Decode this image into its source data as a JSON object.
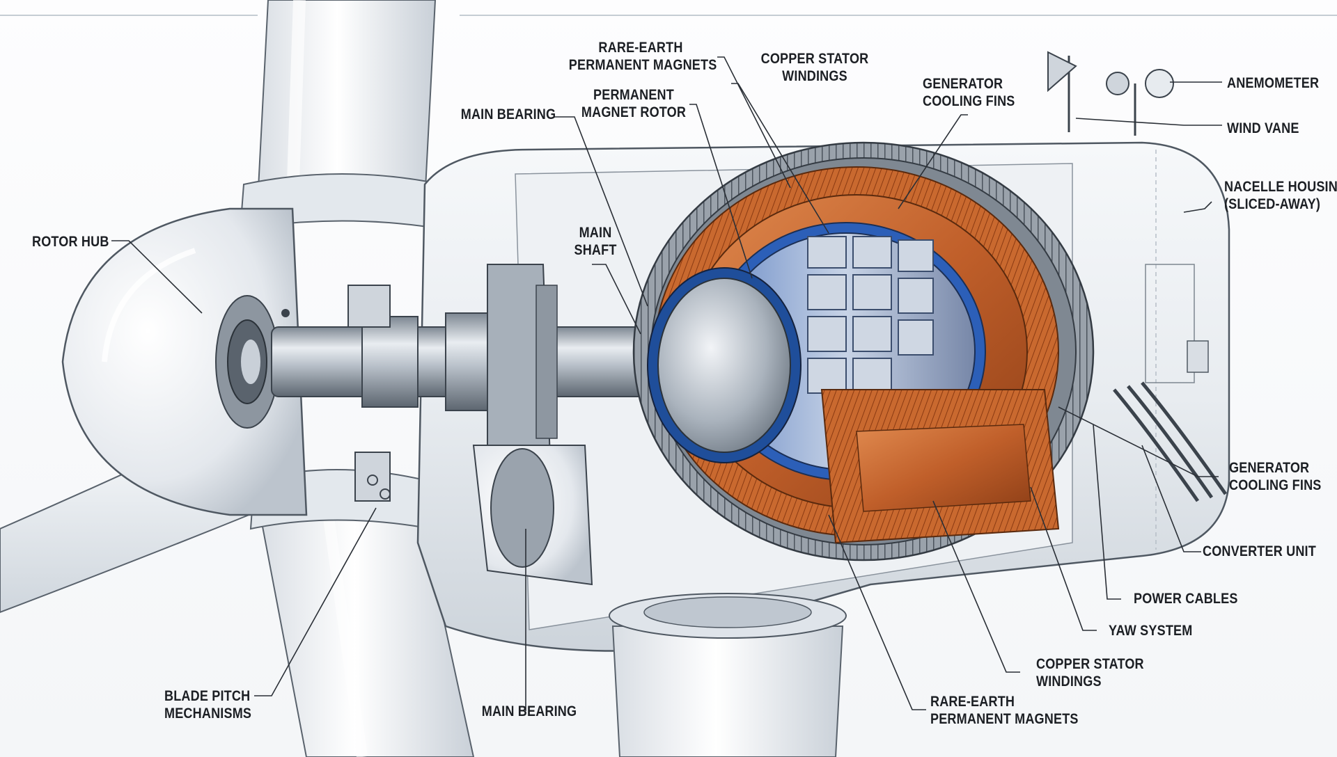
{
  "diagram": {
    "labels": {
      "rotor_hub": "ROTOR HUB",
      "main_bearing_top": "MAIN BEARING",
      "rare_earth_top": "RARE-EARTH\nPERMANENT MAGNETS",
      "pm_rotor": "PERMANENT\nMAGNET ROTOR",
      "main_shaft": "MAIN\nSHAFT",
      "copper_top": "COPPER STATOR\nWINDINGS",
      "cooling_top": "GENERATOR\nCOOLING FINS",
      "anemometer": "ANEMOMETER",
      "wind_vane": "WIND VANE",
      "nacelle": "NACELLE HOUSING\n(SLICED-AWAY)",
      "cooling_right": "GENERATOR\nCOOLING FINS",
      "converter": "CONVERTER UNIT",
      "power_cables": "POWER CABLES",
      "yaw": "YAW SYSTEM",
      "copper_bottom": "COPPER STATOR\nWINDINGS",
      "rare_earth_bottom": "RARE-EARTH\nPERMANENT MAGNETS",
      "main_bearing_bottom": "MAIN BEARING",
      "pitch": "BLADE PITCH\nMECHANISMS"
    },
    "colors": {
      "copper": "#c8652e",
      "magnet_blue": "#4a7fd6",
      "steel": "#9aa3ad",
      "housing": "#e9edf1",
      "ink": "#2a2f36"
    }
  }
}
